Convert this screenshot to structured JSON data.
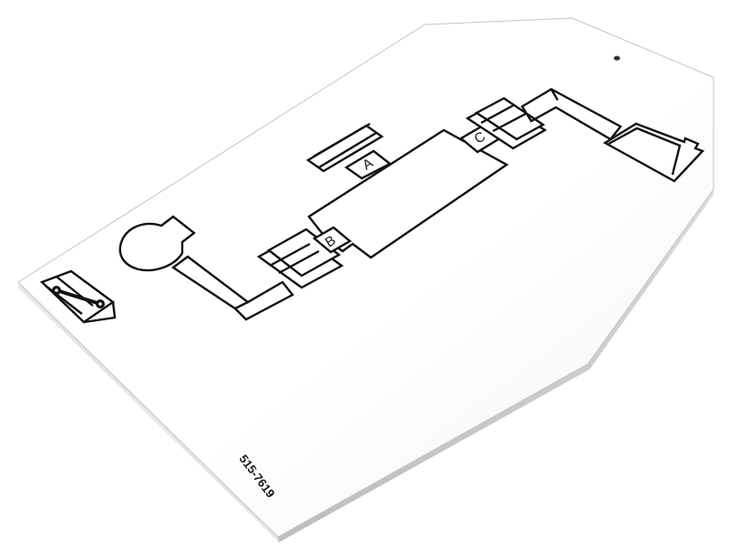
{
  "decal": {
    "part_number": "515-7619",
    "label_a": "A",
    "label_b": "B",
    "label_c": "C"
  },
  "icons": {
    "manual": "manual-wrench-icon",
    "pump": "pump-icon",
    "tank": "tank-icon"
  },
  "colors": {
    "ink": "#111111",
    "card": "#ffffff",
    "card_edge": "#cccccc",
    "card_shadow": "#d9d9d9"
  }
}
